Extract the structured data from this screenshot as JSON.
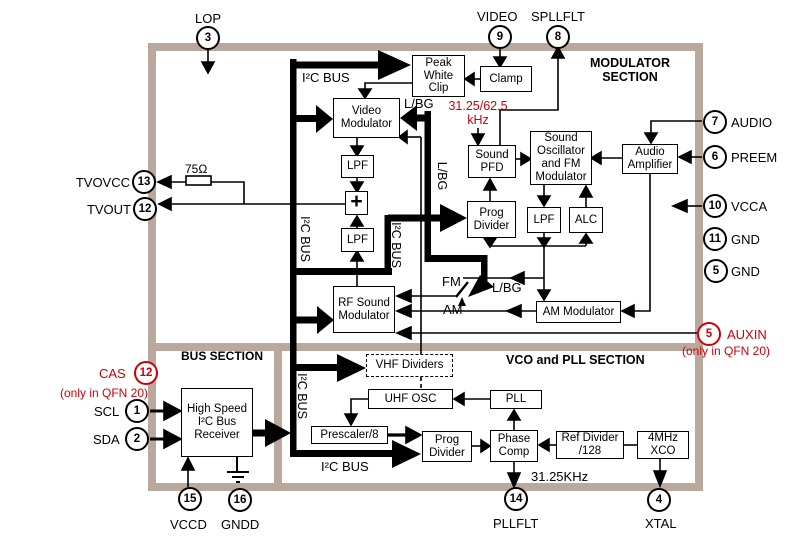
{
  "sections": {
    "modulator": "MODULATOR SECTION",
    "bus": "BUS SECTION",
    "vco": "VCO and PLL SECTION"
  },
  "blocks": {
    "peak_white_clip": "Peak White Clip",
    "clamp": "Clamp",
    "video_modulator": "Video Modulator",
    "lpf_video": "LPF",
    "adder": "+",
    "lpf_rf": "LPF",
    "rf_sound_modulator": "RF Sound Modulator",
    "sound_pfd": "Sound PFD",
    "sound_oscillator": "Sound Oscillator and FM Modulator",
    "audio_amplifier": "Audio Amplifier",
    "prog_divider_sound": "Prog Divider",
    "lpf_sound": "LPF",
    "alc": "ALC",
    "am_modulator": "AM Modulator",
    "vhf_dividers": "VHF Dividers",
    "uhf_osc": "UHF OSC",
    "pll": "PLL",
    "prescaler": "Prescaler/8",
    "prog_divider_pll": "Prog Divider",
    "phase_comp": "Phase Comp",
    "ref_divider": "Ref Divider /128",
    "xco": "4MHz XCO",
    "i2c_receiver": "High Speed I²C Bus Receiver"
  },
  "pins": {
    "lop": {
      "number": "3",
      "label": "LOP"
    },
    "video": {
      "number": "9",
      "label": "VIDEO"
    },
    "spllflt": {
      "number": "8",
      "label": "SPLLFLT"
    },
    "tvovcc": {
      "number": "13",
      "label": "TVOVCC"
    },
    "tvout": {
      "number": "12",
      "label": "TVOUT"
    },
    "audio": {
      "number": "7",
      "label": "AUDIO"
    },
    "preem": {
      "number": "6",
      "label": "PREEM"
    },
    "vcca": {
      "number": "10",
      "label": "VCCA"
    },
    "gnd_a": {
      "number": "11",
      "label": "GND"
    },
    "gnd_b": {
      "number": "5",
      "label": "GND"
    },
    "auxin": {
      "number": "5",
      "label": "AUXIN",
      "note": "(only in QFN 20)"
    },
    "cas": {
      "number": "12",
      "label": "CAS",
      "note": "(only in QFN 20)"
    },
    "scl": {
      "number": "1",
      "label": "SCL"
    },
    "sda": {
      "number": "2",
      "label": "SDA"
    },
    "vccd": {
      "number": "15",
      "label": "VCCD"
    },
    "gndd": {
      "number": "16",
      "label": "GNDD"
    },
    "pllflt": {
      "number": "14",
      "label": "PLLFLT"
    },
    "xtal": {
      "number": "4",
      "label": "XTAL"
    }
  },
  "labels": {
    "i2c_bus": "I²C BUS",
    "lbg": "L/BG",
    "fm": "FM",
    "am": "AM",
    "sound_ref_freq": "31.25/62.5 kHz",
    "pll_ref_freq": "31.25KHz",
    "resistor_value": "75Ω"
  },
  "colors": {
    "frame_tan": "#b9a89b",
    "accent_red": "#cc0008",
    "line_black": "#000000"
  }
}
